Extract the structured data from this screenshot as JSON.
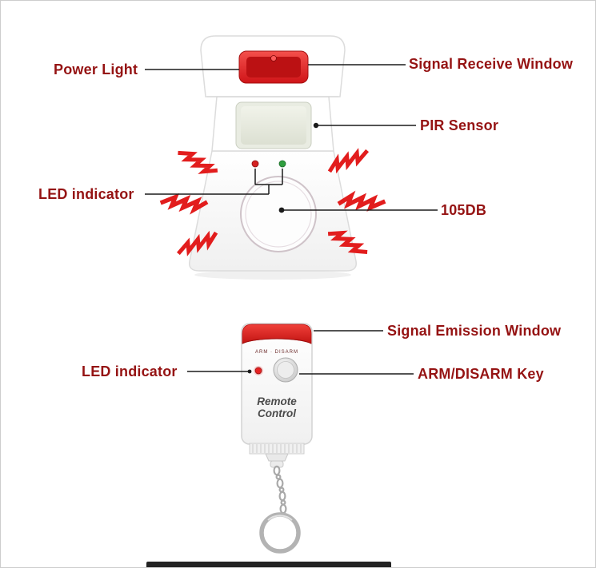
{
  "colors": {
    "label_text": "#951313",
    "leader_line": "#1b1b1b",
    "alarm_red": "#e5302c",
    "alarm_red_dark": "#bb1113",
    "zigzag_red": "#e21d1d",
    "led_red": "#d42222",
    "led_green": "#2f9e3f",
    "pir_window": "#e9ece2",
    "body_white": "#ffffff"
  },
  "sensor_unit": {
    "labels": {
      "power_light": "Power Light",
      "signal_receive_window": "Signal Receive Window",
      "pir_sensor": "PIR Sensor",
      "led_indicator": "LED indicator",
      "volume": "105DB"
    }
  },
  "remote_unit": {
    "labels": {
      "signal_emission_window": "Signal Emission Window",
      "led_indicator": "LED indicator",
      "arm_disarm_key": "ARM/DISARM Key"
    },
    "printed_text": {
      "mode_caption": "ARM · DISARM",
      "brand_line1": "Remote",
      "brand_line2": "Control"
    }
  }
}
